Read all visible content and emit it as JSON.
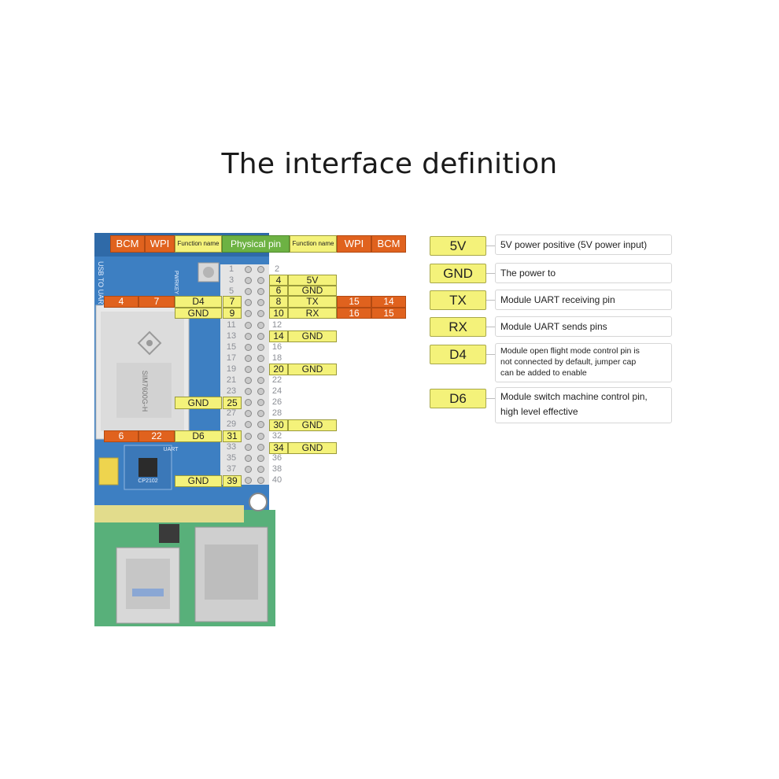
{
  "title": "The interface definition",
  "board": {
    "header": {
      "left_bcm": "BCM",
      "left_wpi": "WPI",
      "left_function": "Function name",
      "physical": "Physical pin",
      "right_function": "Function name",
      "right_wpi": "WPI",
      "right_bcm": "BCM"
    },
    "silkscreen": {
      "usb_uart": "USB TO UART",
      "pwrkey": "PWRKEY",
      "module": "SIM7600G-H",
      "uart": "UART",
      "chip": "CP2102"
    },
    "pin_numbers": [
      "1",
      "2",
      "3",
      "4",
      "5",
      "6",
      "7",
      "8",
      "9",
      "10",
      "11",
      "12",
      "13",
      "14",
      "15",
      "16",
      "17",
      "18",
      "19",
      "20",
      "21",
      "22",
      "23",
      "24",
      "25",
      "26",
      "27",
      "28",
      "29",
      "30",
      "31",
      "32",
      "33",
      "34",
      "35",
      "36",
      "37",
      "38",
      "39",
      "40"
    ],
    "left_labels": [
      {
        "pin": "7",
        "function": "D4",
        "bcm": "4",
        "wpi": "7"
      },
      {
        "pin": "9",
        "function": "GND"
      },
      {
        "pin": "25",
        "function": "GND"
      },
      {
        "pin": "31",
        "function": "D6",
        "bcm": "6",
        "wpi": "22"
      },
      {
        "pin": "39",
        "function": "GND"
      }
    ],
    "right_labels": [
      {
        "pin": "4",
        "function": "5V"
      },
      {
        "pin": "6",
        "function": "GND"
      },
      {
        "pin": "8",
        "function": "TX",
        "wpi": "15",
        "bcm": "14"
      },
      {
        "pin": "10",
        "function": "RX",
        "wpi": "16",
        "bcm": "15"
      },
      {
        "pin": "14",
        "function": "GND"
      },
      {
        "pin": "20",
        "function": "GND"
      },
      {
        "pin": "30",
        "function": "GND"
      },
      {
        "pin": "34",
        "function": "GND"
      }
    ]
  },
  "legend": [
    {
      "key": "5V",
      "desc": "5V power positive (5V power input)"
    },
    {
      "key": "GND",
      "desc": "The power to"
    },
    {
      "key": "TX",
      "desc": "Module UART receiving pin"
    },
    {
      "key": "RX",
      "desc": "Module UART sends pins"
    },
    {
      "key": "D4",
      "desc_lines": [
        "Module open flight mode control pin is",
        "not connected by default, jumper cap",
        "can be added to enable"
      ]
    },
    {
      "key": "D6",
      "desc_lines": [
        "Module switch machine control pin,",
        "high level effective"
      ]
    }
  ],
  "colors": {
    "bcm_wpi": "#e0621e",
    "function_name": "#f4f27a",
    "physical_pin": "#6db243",
    "pcb_blue": "#3d7fc2",
    "pcb_green": "#4aa56a"
  }
}
